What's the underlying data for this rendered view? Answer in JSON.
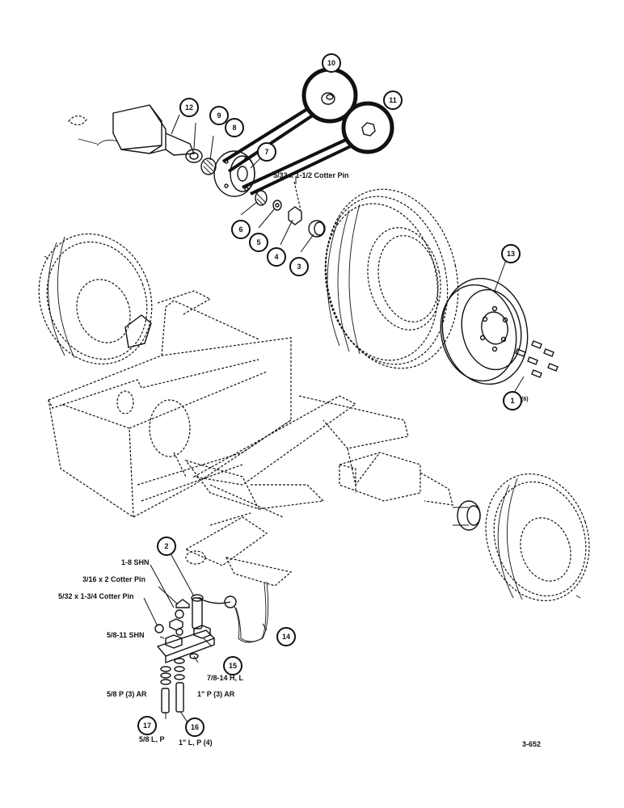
{
  "figure_id": "3-652",
  "callouts": [
    "1",
    "2",
    "3",
    "4",
    "5",
    "6",
    "7",
    "8",
    "9",
    "10",
    "11",
    "12",
    "13",
    "14",
    "15",
    "16",
    "17"
  ],
  "callout_suffix_1": "(6)",
  "notes": {
    "cotter_pin_hub": "5/32 x 1-1/2 Cotter Pin",
    "shn_1_8": "1-8 SHN",
    "cotter_pin_3_16": "3/16 x 2 Cotter Pin",
    "cotter_pin_5_32": "5/32 x 1-3/4 Cotter Pin",
    "shn_5_8_11": "5/8-11 SHN",
    "hl_7_8_14": "7/8-14 H, L",
    "p3ar_5_8": "5/8 P (3) AR",
    "p3ar_1": "1\" P (3) AR",
    "lp_5_8": "5/8 L, P",
    "lp_1": "1\" L, P (4)"
  }
}
